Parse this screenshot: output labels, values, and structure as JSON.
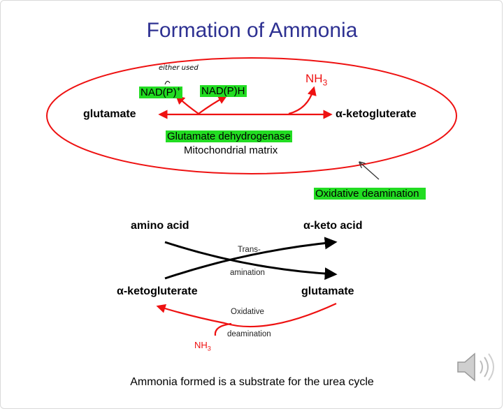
{
  "title": "Formation of Ammonia",
  "top_reaction": {
    "substrate": "glutamate",
    "product": "α-ketogluterate",
    "cofactor_oxidized": "NAD(P)",
    "cofactor_oxidized_sup": "+",
    "cofactor_reduced": "NAD(P)H",
    "byproduct": "NH",
    "byproduct_sub": "3",
    "handwritten_note": "either used",
    "enzyme": "Glutamate dehydrogenase",
    "location": "Mitochondrial matrix",
    "callout": "Oxidative deamination"
  },
  "bottom_reaction": {
    "top_left": "amino acid",
    "top_right": "α-keto acid",
    "bottom_left": "α-ketogluterate",
    "bottom_right": "glutamate",
    "center_label_1": "Trans-",
    "center_label_2": "amination",
    "lower_label_1": "Oxidative",
    "lower_label_2": "deamination",
    "byproduct": "NH",
    "byproduct_sub": "3"
  },
  "footer": "Ammonia formed is a substrate for the urea cycle",
  "colors": {
    "title": "#2e3192",
    "red": "#ee1111",
    "highlight": "#22dd22"
  },
  "icons": {
    "audio": "speaker-icon"
  }
}
